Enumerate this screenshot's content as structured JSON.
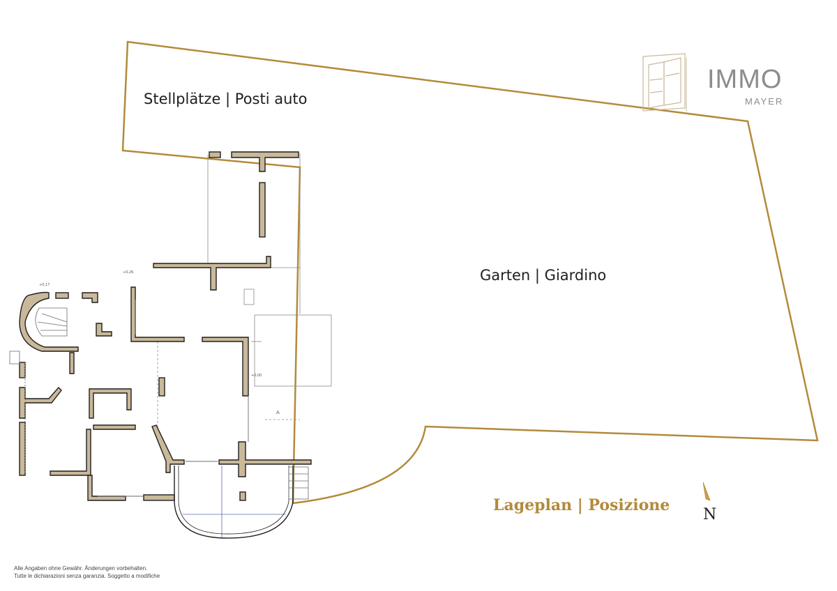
{
  "colors": {
    "accent": "#b38a3a",
    "wall": "#c9b99a",
    "wall_stroke": "#1f1f1f",
    "text": "#1f1f1f",
    "logo_gray": "#8c8c8c"
  },
  "labels": {
    "parking": "Stellplätze | Posti auto",
    "garden": "Garten | Giardino"
  },
  "title": "Lageplan | Posizione",
  "north": {
    "letter": "N",
    "icon": "north-arrow-icon"
  },
  "logo": {
    "word": "IMMO",
    "sub": "MAYER",
    "icon": "door-logo-icon"
  },
  "disclaimer": {
    "line1": "Alle Angaben ohne Gewähr. Änderungen vorbehalten.",
    "line2": "Tutte le dichiarazioni senza garanzia. Soggetto a modifiche"
  },
  "annotations": {
    "level_1": "+0,17",
    "level_2": "+0,26",
    "level_3": "+0,00",
    "section": "A"
  }
}
